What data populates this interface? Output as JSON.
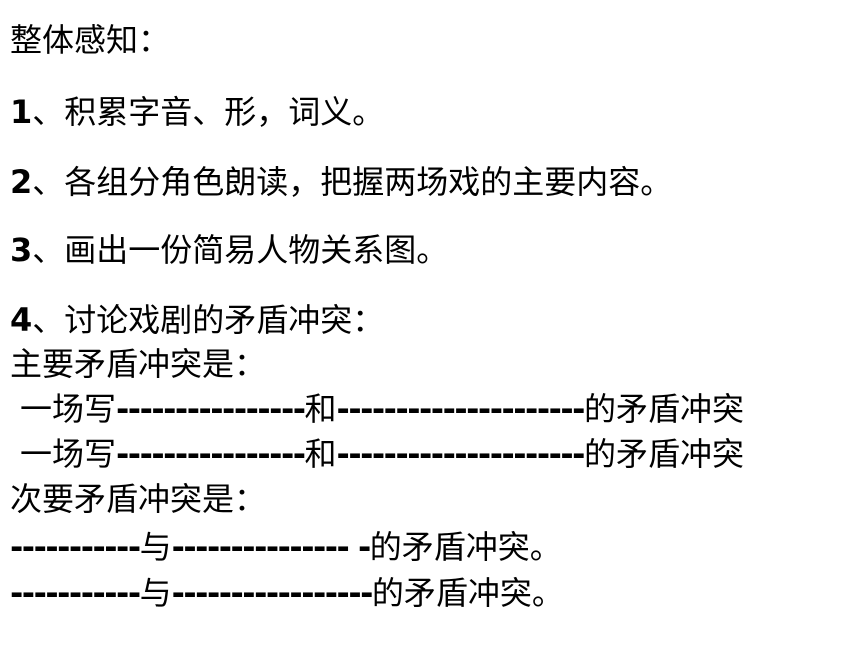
{
  "title": "整体感知：",
  "items": [
    {
      "num": "1",
      "text": "、积累字音、形，词义。"
    },
    {
      "num": "2",
      "text": "、各组分角色朗读，把握两场戏的主要内容。"
    },
    {
      "num": "3",
      "text": "、画出一份简易人物关系图。"
    },
    {
      "num": "4",
      "text": "、讨论戏剧的矛盾冲突："
    }
  ],
  "main_conflict": {
    "label": "主要矛盾冲突是：",
    "lines": [
      {
        "prefix": "一场写",
        "dash1": "----------------",
        "mid": "和",
        "dash2": "---------------------",
        "suffix": "的矛盾冲突"
      },
      {
        "prefix": "一场写",
        "dash1": "----------------",
        "mid": "和",
        "dash2": "---------------------",
        "suffix": "的矛盾冲突"
      }
    ]
  },
  "minor_conflict": {
    "label": "次要矛盾冲突是：",
    "lines": [
      {
        "dash1": "-----------",
        "mid": "与",
        "dash2": "--------------- -",
        "suffix": "的矛盾冲突。"
      },
      {
        "dash1": "-----------",
        "mid": "与",
        "dash2": "-----------------",
        "suffix": "的矛盾冲突。"
      }
    ]
  }
}
